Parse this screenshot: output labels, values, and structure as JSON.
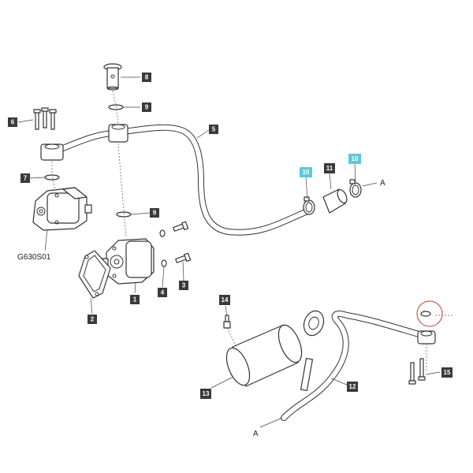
{
  "callouts": [
    {
      "id": "c8",
      "label": "8"
    },
    {
      "id": "c9a",
      "label": "9"
    },
    {
      "id": "c6",
      "label": "6"
    },
    {
      "id": "c5",
      "label": "5"
    },
    {
      "id": "c7",
      "label": "7"
    },
    {
      "id": "c10a",
      "label": "10"
    },
    {
      "id": "c11",
      "label": "11"
    },
    {
      "id": "c10b",
      "label": "10"
    },
    {
      "id": "c9b",
      "label": "9"
    },
    {
      "id": "c1",
      "label": "1"
    },
    {
      "id": "c2",
      "label": "2"
    },
    {
      "id": "c3",
      "label": "3"
    },
    {
      "id": "c4",
      "label": "4"
    },
    {
      "id": "c14",
      "label": "14"
    },
    {
      "id": "c12",
      "label": "12"
    },
    {
      "id": "c13",
      "label": "13"
    },
    {
      "id": "c15",
      "label": "15"
    }
  ],
  "labels": {
    "pump_code": "G630S01",
    "connection_a_top": "A",
    "connection_a_bottom": "A"
  },
  "colors": {
    "callout": "#3a3a3a",
    "callout_highlight": "#5bc8d8",
    "highlight_circle": "#c0392b"
  }
}
